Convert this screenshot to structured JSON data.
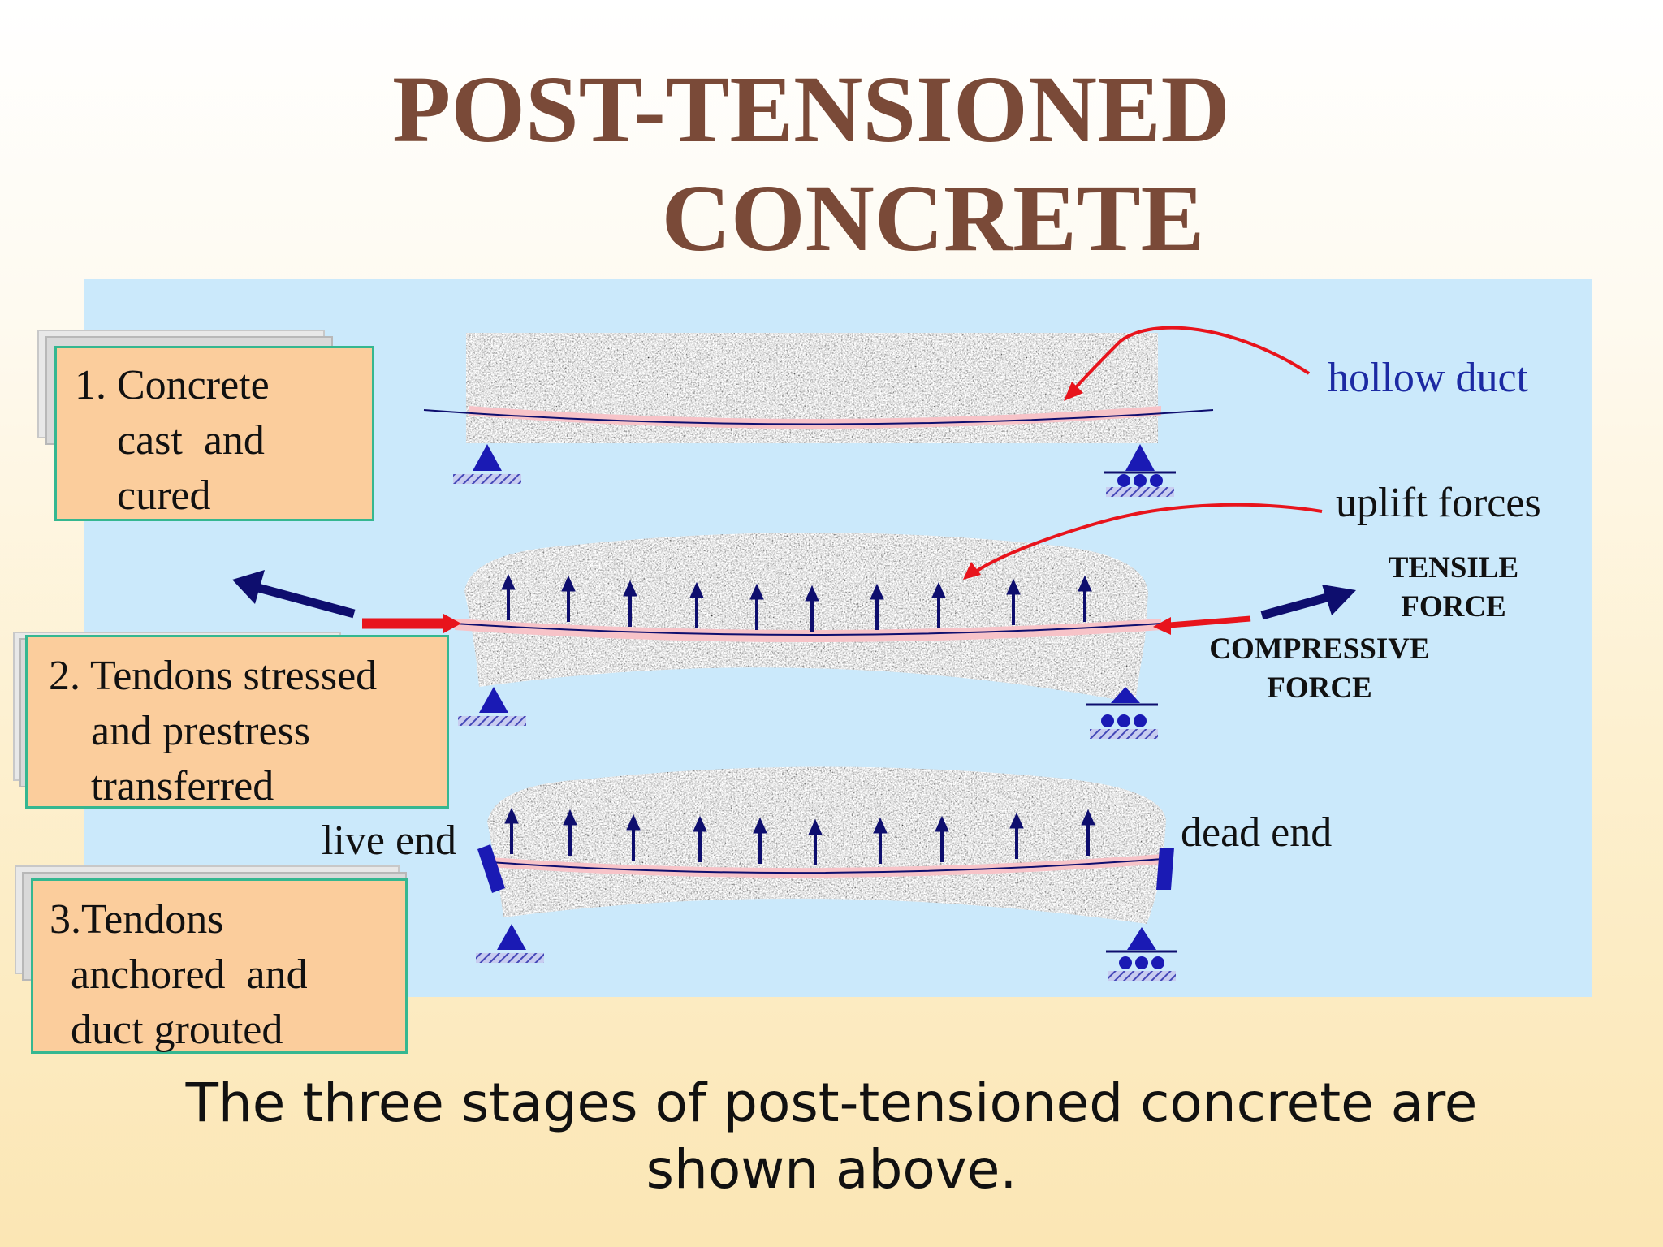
{
  "title": {
    "line1": "POST-TENSIONED",
    "line2": "CONCRETE"
  },
  "stages": [
    {
      "lines": [
        "1. Concrete",
        "    cast  and",
        "    cured"
      ]
    },
    {
      "lines": [
        "2. Tendons stressed",
        "    and prestress",
        "    transferred"
      ]
    },
    {
      "lines": [
        "3.Tendons",
        "  anchored  and",
        "  duct grouted"
      ]
    }
  ],
  "labels": {
    "hollow_duct": "hollow duct",
    "uplift_forces": "uplift forces",
    "tensile_force": [
      "TENSILE",
      "FORCE"
    ],
    "compressive_force": [
      "COMPRESSIVE",
      "FORCE"
    ],
    "live_end": "live end",
    "dead_end": "dead end"
  },
  "caption": {
    "line1": "The three stages of post-tensioned concrete are",
    "line2": "shown above."
  },
  "colors": {
    "title": "#7a4a38",
    "panel": "#cbe9fb",
    "stage_box": "#fbcd9c",
    "stage_border": "#35b790",
    "navy": "#0e0e6e",
    "red": "#e8141c",
    "duct": "#f7c3c8",
    "label_blue": "#1c2aa3"
  }
}
